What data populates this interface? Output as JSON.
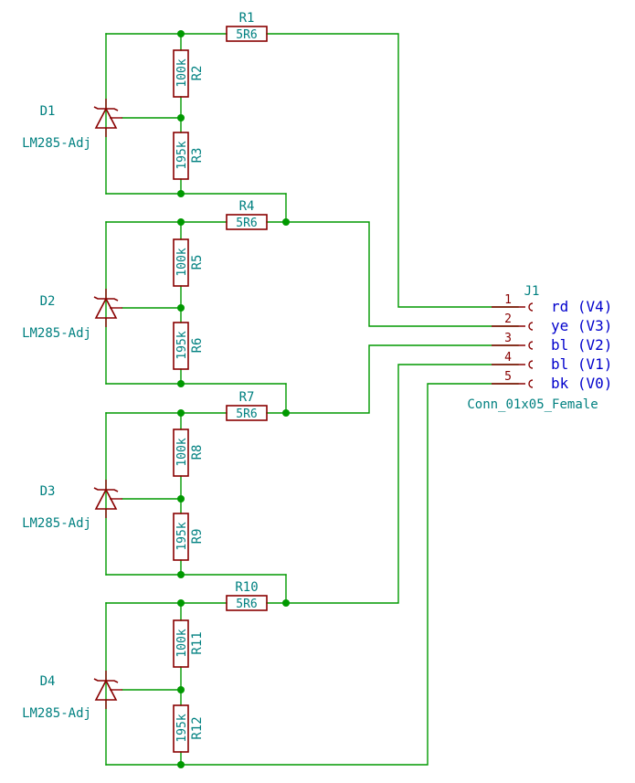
{
  "regulators": [
    {
      "ref": "D1",
      "value": "LM285-Adj"
    },
    {
      "ref": "D2",
      "value": "LM285-Adj"
    },
    {
      "ref": "D3",
      "value": "LM285-Adj"
    },
    {
      "ref": "D4",
      "value": "LM285-Adj"
    }
  ],
  "series_resistors": [
    {
      "ref": "R1",
      "value": "5R6"
    },
    {
      "ref": "R4",
      "value": "5R6"
    },
    {
      "ref": "R7",
      "value": "5R6"
    },
    {
      "ref": "R10",
      "value": "5R6"
    }
  ],
  "upper_resistors": [
    {
      "ref": "R2",
      "value": "100k"
    },
    {
      "ref": "R5",
      "value": "100k"
    },
    {
      "ref": "R8",
      "value": "100k"
    },
    {
      "ref": "R11",
      "value": "100k"
    }
  ],
  "lower_resistors": [
    {
      "ref": "R3",
      "value": "195k"
    },
    {
      "ref": "R6",
      "value": "195k"
    },
    {
      "ref": "R9",
      "value": "195k"
    },
    {
      "ref": "R12",
      "value": "195k"
    }
  ],
  "connector": {
    "ref": "J1",
    "value": "Conn_01x05_Female",
    "pins": [
      {
        "number": "1",
        "label": "rd (V4)"
      },
      {
        "number": "2",
        "label": "ye (V3)"
      },
      {
        "number": "3",
        "label": "bl (V2)"
      },
      {
        "number": "4",
        "label": "bl (V1)"
      },
      {
        "number": "5",
        "label": "bk (V0)"
      }
    ]
  },
  "colors": {
    "wire": "#009900",
    "component": "#880000",
    "reference": "#008080",
    "net_label": "#0000cc"
  }
}
